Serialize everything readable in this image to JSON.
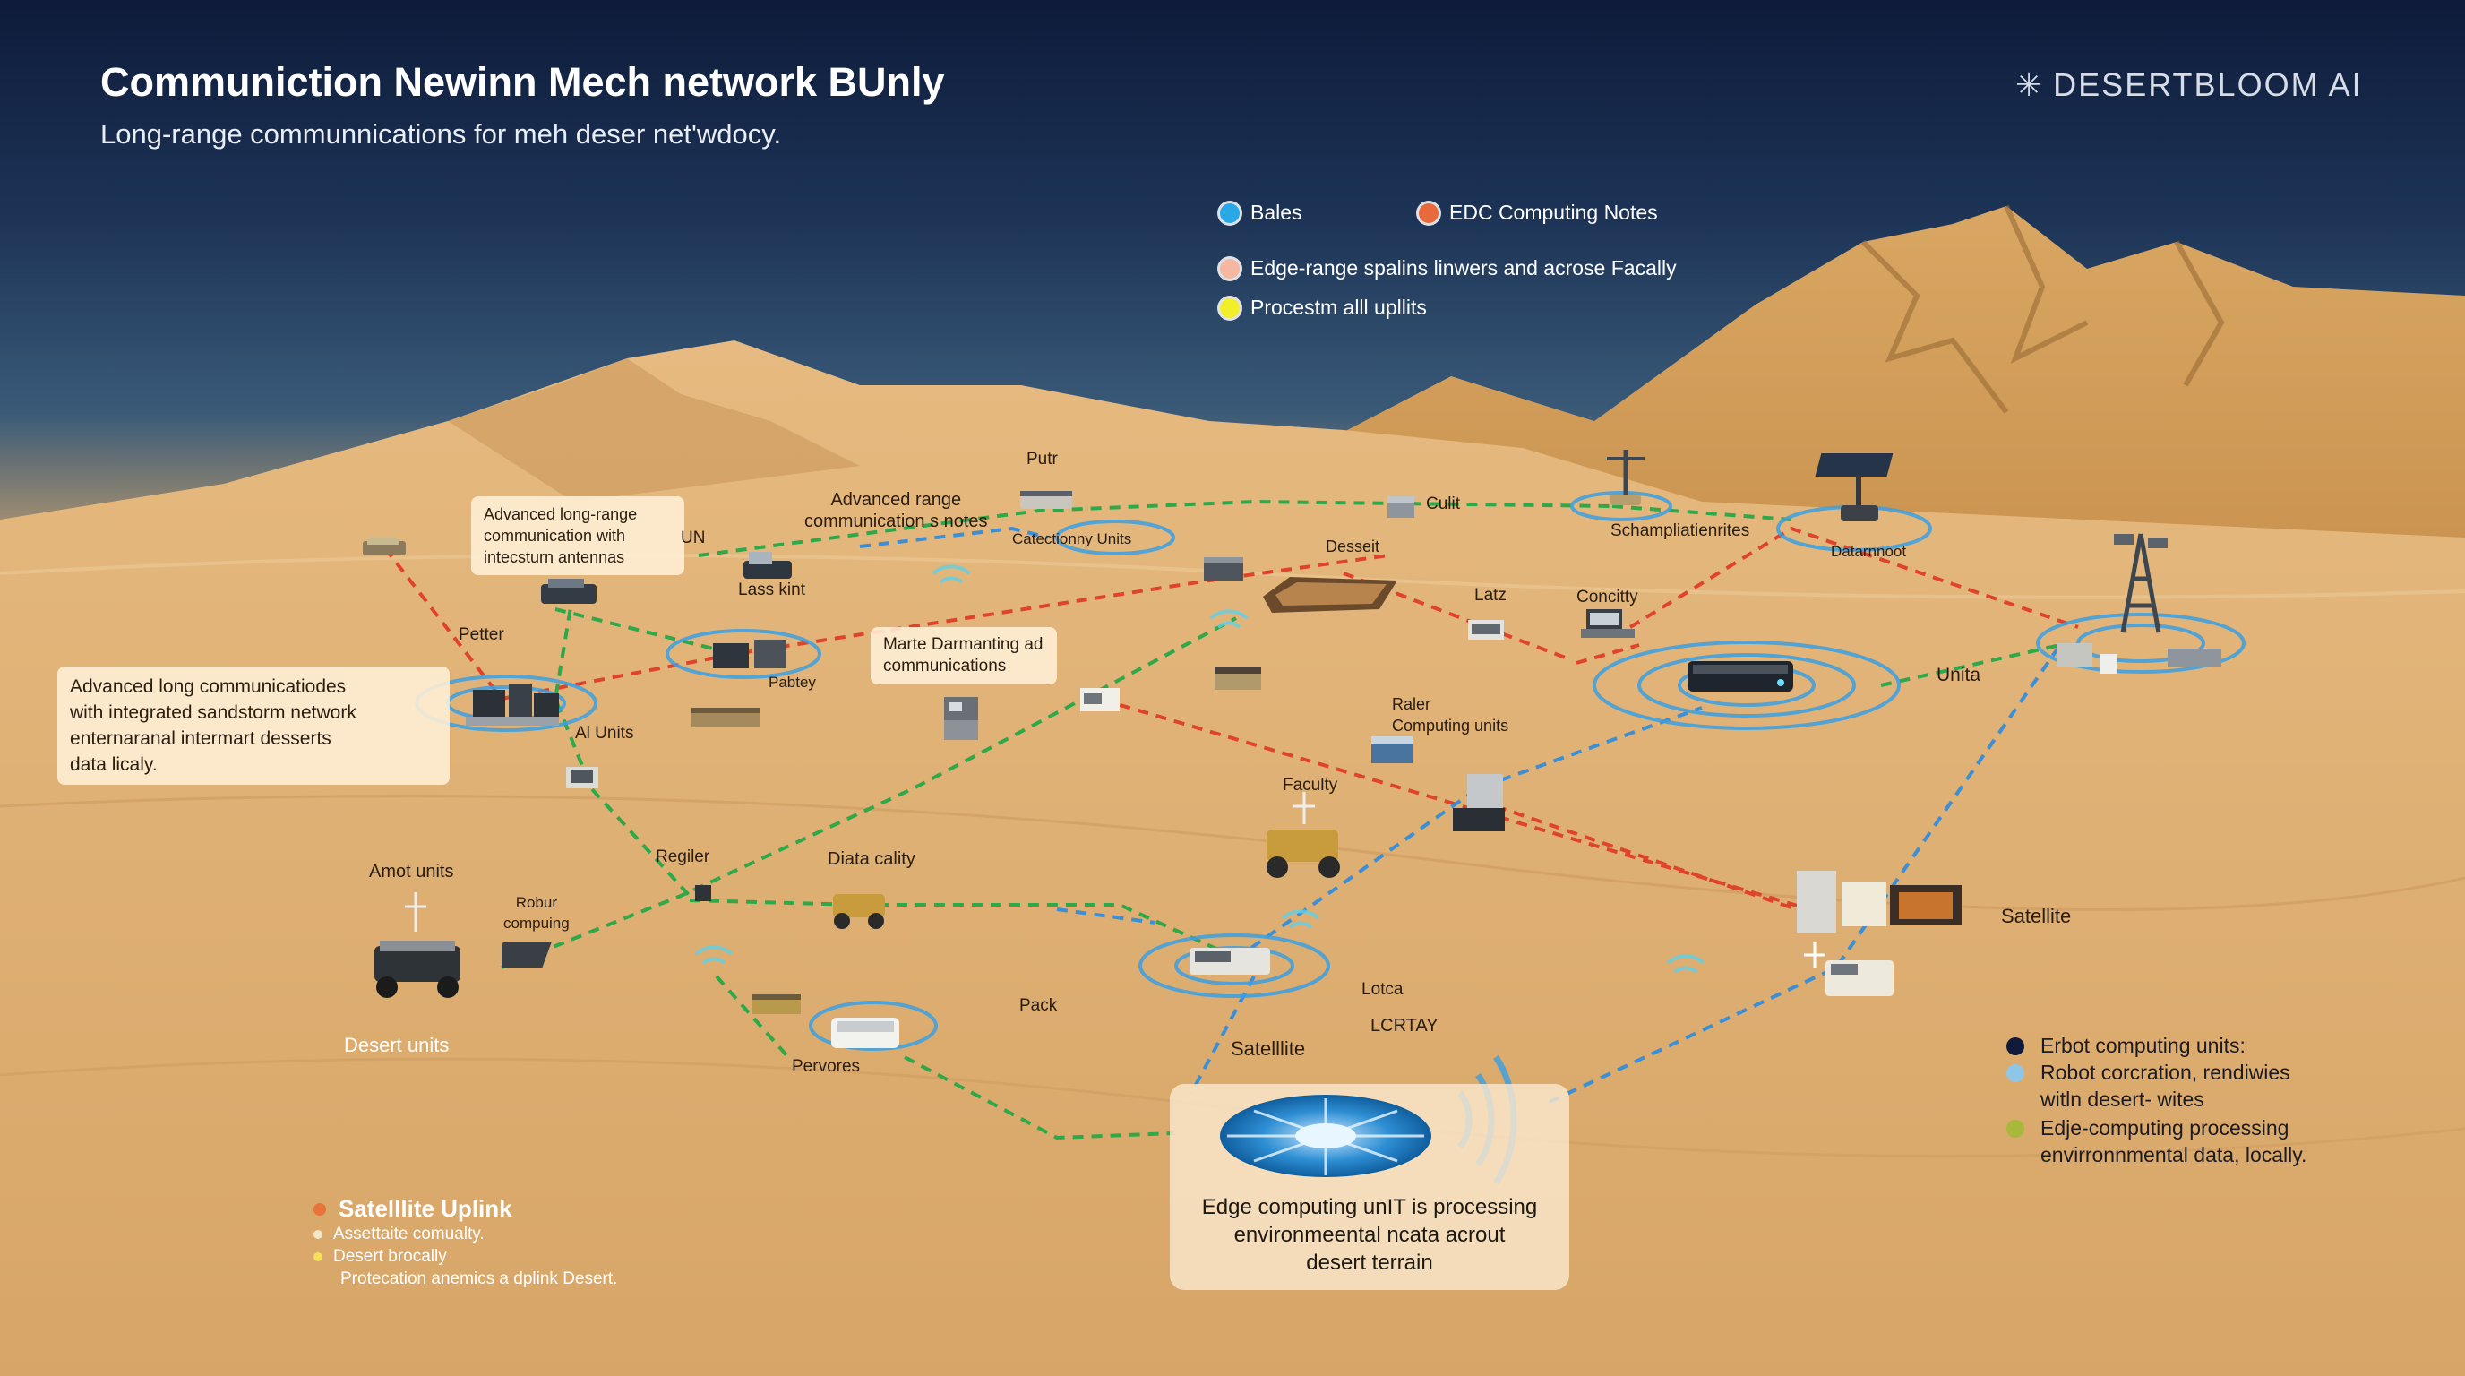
{
  "title": "Communiction Newinn Mech network BUnly",
  "subtitle": "Long-range communnications for meh deser net'wdocy.",
  "brand": {
    "icon": "snowflake-icon",
    "text": "DESERTBLOOM AI"
  },
  "legend_top": [
    {
      "label": "Bales",
      "color": "#29a8e8"
    },
    {
      "label": "EDC Computing Notes",
      "color": "#e86a3a"
    },
    {
      "label": "Edge-range spalins linwers and acrose Facally",
      "color": "#f4b8a0"
    },
    {
      "label": "Procestm alll upllits",
      "color": "#f2ef2a"
    }
  ],
  "boxes": {
    "top_left": "Advanced long-range\ncommunication with\nintecsturn antennas",
    "left": "Advanced long communicatiodes\nwith integrated sandstorm network\nenternaranal intermart desserts\ndata licaly.",
    "mid": "Marte Darmanting ad\ncommunications",
    "center": "Edge computing unIT is processing\nenvironmeental ncata acrout\ndesert terrain"
  },
  "labels": {
    "un": "UN",
    "adv_range": "Advanced range\ncommunication s notes",
    "putr": "Putr",
    "lass_kint": "Lass kint",
    "catectionny": "Catectionny Units",
    "culit": "Culit",
    "schampliationrites": "Schampliatienrites",
    "datarnnoot": "Datarnnoot",
    "desseit": "Desseit",
    "petter": "Petter",
    "pabtey": "Pabtey",
    "latz": "Latz",
    "concitty": "Concitty",
    "unita": "Unita",
    "al_units": "Al Units",
    "raler": "Raler\nComputing units",
    "faculty": "Faculty",
    "regiler": "Regiler",
    "diata_cality": "Diata cality",
    "amot_units": "Amot units",
    "robur": "Robur\ncompuing",
    "desert_units": "Desert units",
    "pack": "Pack",
    "lotca": "Lotca",
    "lcrtay": "LCRTAY",
    "satellite_center": "Satelllite",
    "pervores": "Pervores",
    "satellite_right": "Satellite"
  },
  "legend_bottom_right": [
    {
      "label": "Erbot computing units:",
      "color": "#101a3a"
    },
    {
      "label": "Robot corcration, rendiwies\nwitln desert- wites",
      "color": "#8fc6e8"
    },
    {
      "label": "Edje-computing processing\nenvirronnmental data, locally.",
      "color": "#a8b83a"
    }
  ],
  "legend_bottom_left": {
    "title": "Satelllite Uplink",
    "title_color": "#e8743a",
    "items": [
      {
        "label": "Assettaite comualty.",
        "color": "#f0e6c8"
      },
      {
        "label": "Desert brocally",
        "color": "#f4e05a"
      },
      {
        "label": "Protecation anemics a dplink Desert.",
        "color": ""
      }
    ]
  },
  "link_colors": {
    "red": "#e0432c",
    "green": "#2fa84a",
    "blue": "#3b8fd6"
  }
}
